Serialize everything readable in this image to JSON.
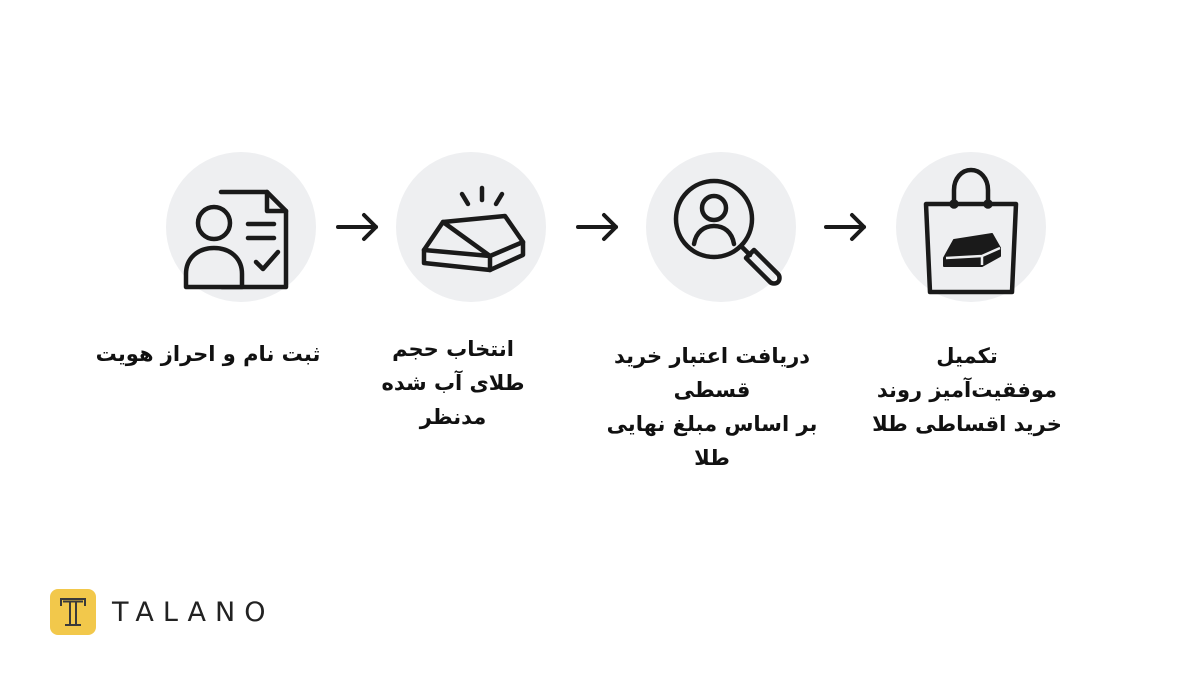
{
  "steps": [
    {
      "icon": "user-document-check-icon",
      "label": "ثبت نام و احراز هویت"
    },
    {
      "icon": "gold-bar-icon",
      "label": "انتخاب حجم\nطلای آب شده\nمدنظر"
    },
    {
      "icon": "user-search-icon",
      "label": "دریافت اعتبار خرید\nقسطی\nبر اساس مبلغ نهایی\nطلا"
    },
    {
      "icon": "shopping-bag-gold-icon",
      "label": "تکمیل\nموفقیت‌آمیز روند\nخرید اقساطی طلا"
    }
  ],
  "arrows": [
    "arrow-right-icon",
    "arrow-right-icon",
    "arrow-right-icon"
  ],
  "logo": {
    "mark": "T",
    "name": "TALANO"
  },
  "colors": {
    "circle": "#eeeff1",
    "icon_stroke": "#1a1a1a",
    "logo_bg": "#f2c84b"
  }
}
